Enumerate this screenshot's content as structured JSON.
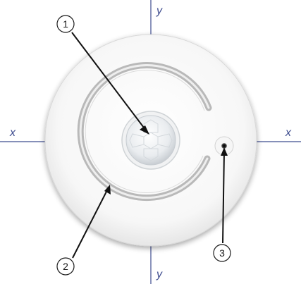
{
  "axes": {
    "x_left": "x",
    "x_right": "x",
    "y_top": "y",
    "y_bottom": "y"
  },
  "callouts": [
    {
      "number": "1"
    },
    {
      "number": "2"
    },
    {
      "number": "3"
    }
  ],
  "colors": {
    "axis_line": "#3f4d8f",
    "leader_line": "#111111",
    "device_body": "#f7f7f7",
    "light_ring": "#b9b9b9"
  }
}
